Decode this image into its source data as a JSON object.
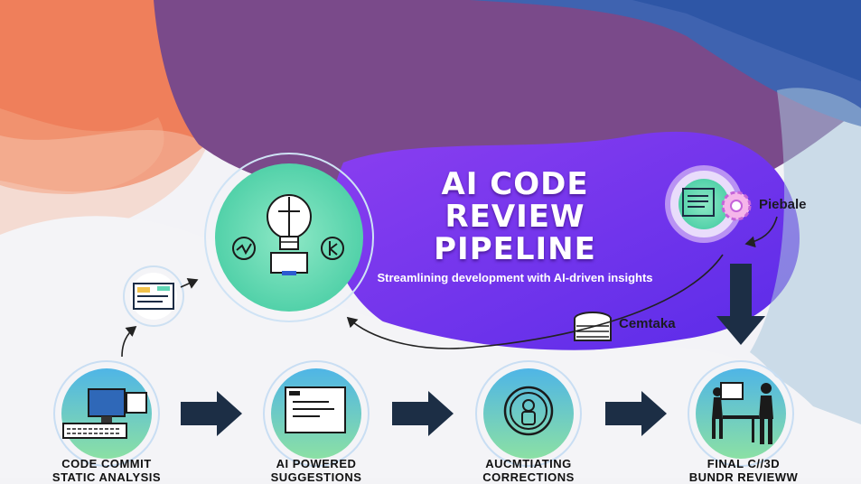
{
  "header": {
    "title_lines": [
      "AI CODE",
      "REVIEW",
      "PIPELINE"
    ],
    "subtitle": "Streamlining development with AI-driven insights"
  },
  "side_labels": {
    "top_right": "Piebale",
    "middle_right": "Cemtaka"
  },
  "stages": [
    {
      "line1": "CODE COMMIT",
      "line2": "STATIC ANALYSIS"
    },
    {
      "line1": "AI POWERED",
      "line2": "SUGGESTIONS"
    },
    {
      "line1": "AUCMTIATING",
      "line2": "CORRECTIONS"
    },
    {
      "line1": "FINAL C//3D",
      "line2": "BUNDR REVIEWW"
    }
  ],
  "colors": {
    "purple": "#6f2cf0",
    "navy": "#1c2e45",
    "teal": "#5fd6b5",
    "orange": "#f07a55",
    "blue": "#2f68b8"
  },
  "icons": [
    "lightbulb-icon",
    "document-icon",
    "monitor-icon",
    "list-document-icon",
    "person-icon",
    "people-at-desk-icon",
    "gear-icon",
    "book-stack-icon"
  ]
}
